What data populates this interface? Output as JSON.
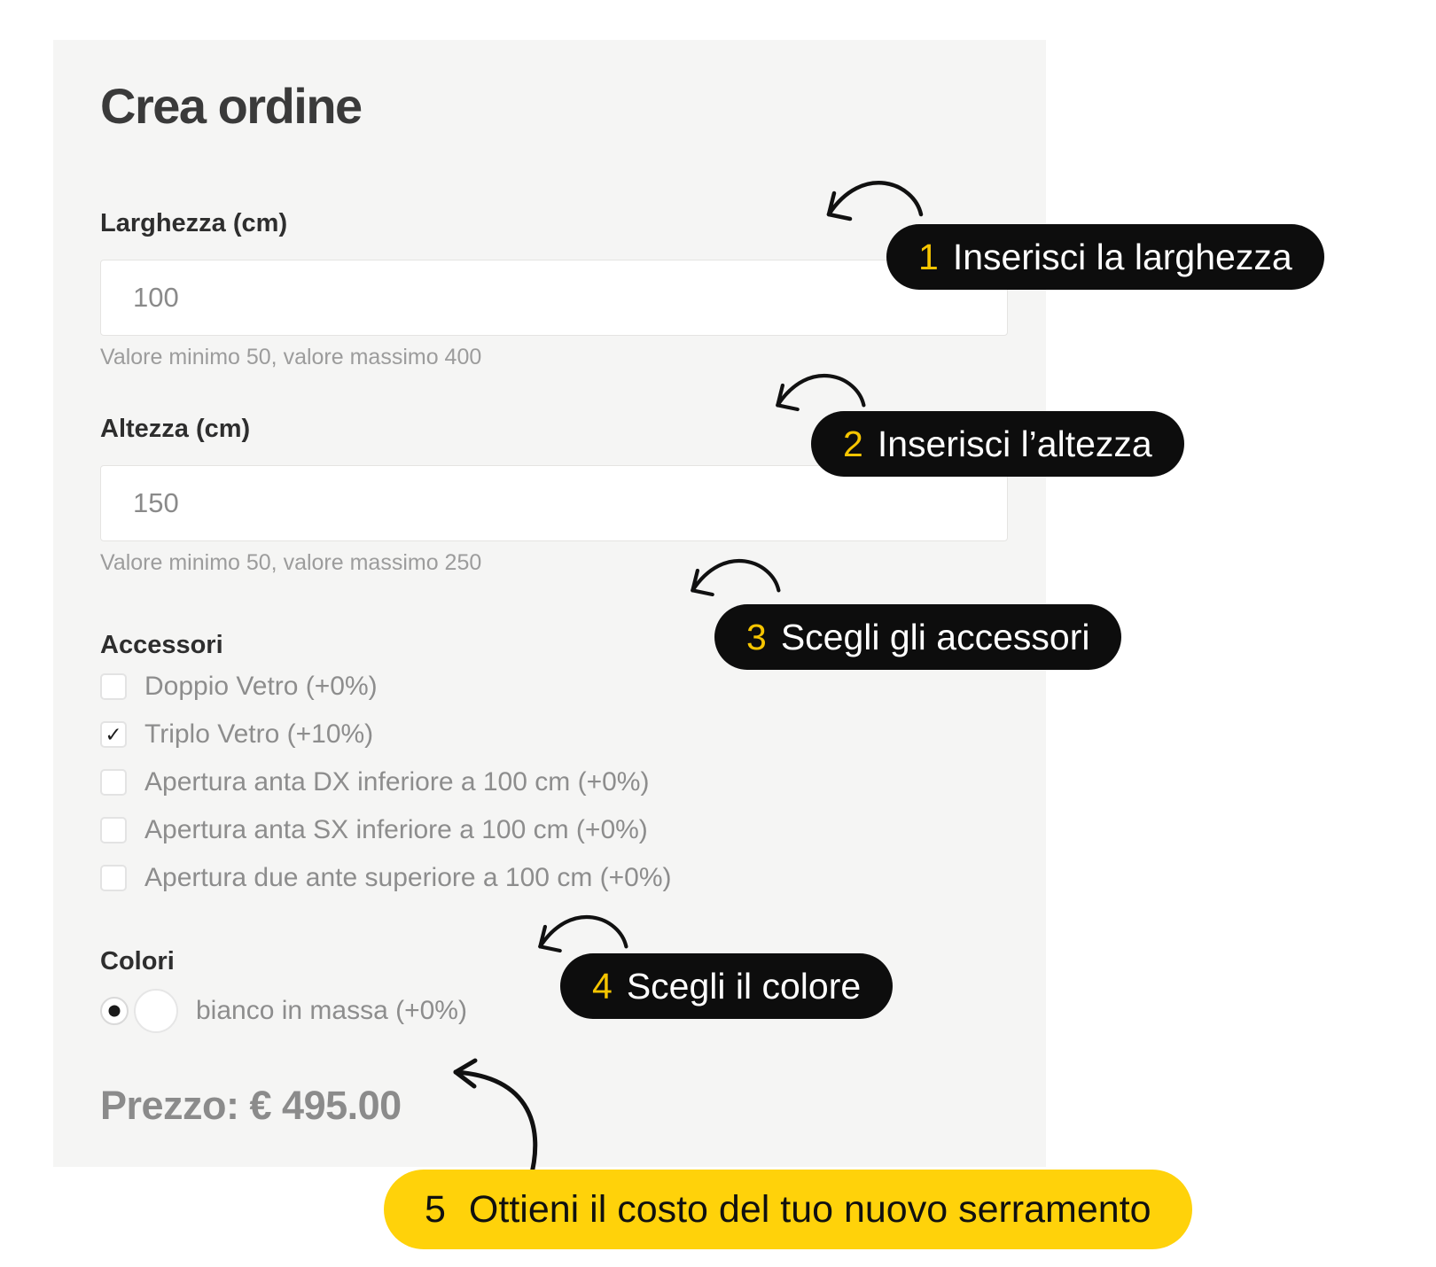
{
  "form": {
    "title": "Crea ordine",
    "width_field": {
      "label": "Larghezza (cm)",
      "value": "100",
      "helper": "Valore minimo 50, valore massimo 400"
    },
    "height_field": {
      "label": "Altezza (cm)",
      "value": "150",
      "helper": "Valore minimo 50, valore massimo 250"
    },
    "accessories": {
      "label": "Accessori",
      "options": [
        {
          "label": "Doppio Vetro (+0%)",
          "checked": false
        },
        {
          "label": "Triplo Vetro (+10%)",
          "checked": true
        },
        {
          "label": "Apertura anta DX inferiore a 100 cm (+0%)",
          "checked": false
        },
        {
          "label": "Apertura anta SX inferiore a 100 cm (+0%)",
          "checked": false
        },
        {
          "label": "Apertura due ante superiore a 100 cm (+0%)",
          "checked": false
        }
      ]
    },
    "colors": {
      "label": "Colori",
      "options": [
        {
          "label": "bianco in massa (+0%)",
          "selected": true,
          "swatch": "#ffffff"
        }
      ]
    },
    "price": {
      "label": "Prezzo:",
      "value": "€ 495.00"
    }
  },
  "callouts": [
    {
      "number": "1",
      "label": "Inserisci la larghezza",
      "style": "dark"
    },
    {
      "number": "2",
      "label": "Inserisci l’altezza",
      "style": "dark"
    },
    {
      "number": "3",
      "label": "Scegli gli accessori",
      "style": "dark"
    },
    {
      "number": "4",
      "label": "Scegli il colore",
      "style": "dark"
    },
    {
      "number": "5",
      "label": "Ottieni il costo del tuo nuovo serramento",
      "style": "yellow"
    }
  ],
  "icons": {
    "checkmark": "✓"
  },
  "theme_colors": {
    "card_background": "#f5f5f4",
    "pill_dark": "#0d0d0d",
    "pill_yellow": "#ffd20a",
    "pill_number_yellow": "#f6c500",
    "arrow": "#111111"
  }
}
